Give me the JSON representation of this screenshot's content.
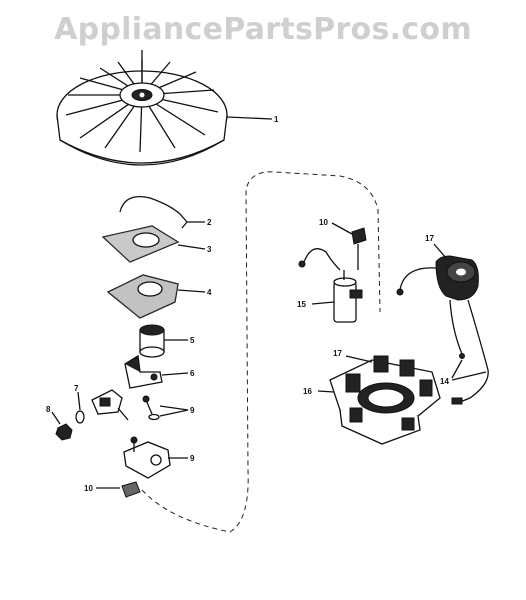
{
  "watermark": "AppliancePartsPros.com",
  "callouts": {
    "flywheel": "1",
    "spring": "2",
    "cover": "3",
    "gasket": "4",
    "cam": "5",
    "breaker_arm": "6",
    "washer": "7",
    "nut": "8",
    "screws": "9",
    "breaker_plate": "9",
    "felt_wick": "10",
    "stator_screw": "10",
    "condenser": "15",
    "stator_base": "16",
    "armature_plate": "17",
    "coil": "17",
    "leads": "14"
  }
}
